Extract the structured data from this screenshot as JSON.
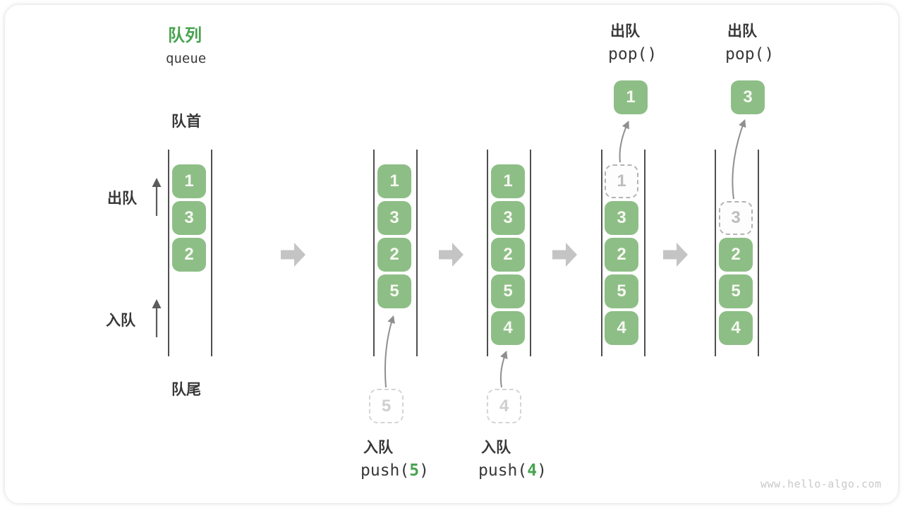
{
  "title": {
    "zh": "队列",
    "en": "queue"
  },
  "side_labels": {
    "front": "队首",
    "rear": "队尾",
    "dequeue": "出队",
    "enqueue": "入队"
  },
  "colors": {
    "box_green": "#8dbe86",
    "accent_green": "#47a34f",
    "text_dark": "#383838",
    "dashed_gray": "#c9c9c9",
    "arrow_gray": "#c4c4c4"
  },
  "columns": [
    {
      "cells": [
        {
          "v": "1"
        },
        {
          "v": "3"
        },
        {
          "v": "2"
        }
      ]
    },
    {
      "cells": [
        {
          "v": "1"
        },
        {
          "v": "3"
        },
        {
          "v": "2"
        },
        {
          "v": "5"
        }
      ],
      "staged": "5",
      "caption": {
        "line1": "入队",
        "code_pre": "push(",
        "code_arg": "5",
        "code_post": ")"
      }
    },
    {
      "cells": [
        {
          "v": "1"
        },
        {
          "v": "3"
        },
        {
          "v": "2"
        },
        {
          "v": "5"
        },
        {
          "v": "4"
        }
      ],
      "staged": "4",
      "caption": {
        "line1": "入队",
        "code_pre": "push(",
        "code_arg": "4",
        "code_post": ")"
      }
    },
    {
      "cells": [
        {
          "v": "1",
          "dashed": true
        },
        {
          "v": "3"
        },
        {
          "v": "2"
        },
        {
          "v": "5"
        },
        {
          "v": "4"
        }
      ],
      "popped": "1",
      "header": {
        "line1": "出队",
        "code": "pop()"
      }
    },
    {
      "cells": [
        {
          "v": "3",
          "dashed": true
        },
        {
          "v": "2"
        },
        {
          "v": "5"
        },
        {
          "v": "4"
        }
      ],
      "popped": "3",
      "header": {
        "line1": "出队",
        "code": "pop()"
      }
    }
  ],
  "watermark": "www.hello-algo.com"
}
